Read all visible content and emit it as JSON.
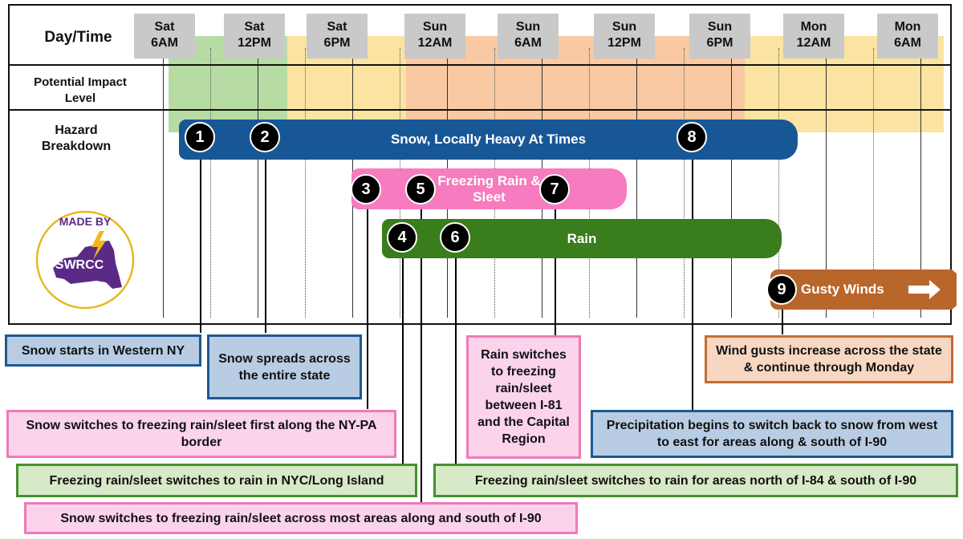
{
  "header": {
    "row_day_time": "Day/Time",
    "row_impact": "Potential Impact Level",
    "row_hazard": "Hazard Breakdown"
  },
  "times": [
    {
      "day": "Sat",
      "time": "6AM"
    },
    {
      "day": "Sat",
      "time": "12PM"
    },
    {
      "day": "Sat",
      "time": "6PM"
    },
    {
      "day": "Sun",
      "time": "12AM"
    },
    {
      "day": "Sun",
      "time": "6AM"
    },
    {
      "day": "Sun",
      "time": "12PM"
    },
    {
      "day": "Sun",
      "time": "6PM"
    },
    {
      "day": "Mon",
      "time": "12AM"
    },
    {
      "day": "Mon",
      "time": "6AM"
    }
  ],
  "impact_colors": {
    "green": "#b7dca3",
    "yellow": "#fbe3a1",
    "orange": "#f8c9a2"
  },
  "hazards": {
    "snow": {
      "label": "Snow, Locally Heavy At Times",
      "color": "#185796"
    },
    "freezing_rain": {
      "label": "Freezing Rain & Sleet",
      "color": "#f77bbf"
    },
    "rain": {
      "label": "Rain",
      "color": "#3a7d1c"
    },
    "wind": {
      "label": "Gusty Winds",
      "color": "#b9662b"
    }
  },
  "markers": [
    "1",
    "2",
    "3",
    "4",
    "5",
    "6",
    "7",
    "8",
    "9"
  ],
  "notes": {
    "n1": "Snow starts in Western NY",
    "n2": "Snow spreads across the entire state",
    "n3": "Snow switches to freezing rain/sleet first along the NY-PA border",
    "n4": "Freezing rain/sleet switches to rain in NYC/Long Island",
    "n5": "Snow switches to freezing rain/sleet across most areas along and south of I-90",
    "n6": "Freezing rain/sleet switches to rain for areas north of I-84 & south of I-90",
    "n7": "Rain switches to freezing rain/sleet between I-81 and the Capital Region",
    "n8": "Precipitation begins to switch back to snow from west to east for areas along & south of I-90",
    "n9": "Wind gusts increase across the state & continue through Monday"
  },
  "logo": {
    "top_text": "MADE BY",
    "name": "SWRCC",
    "accent_color": "#5b2a86",
    "bolt_color": "#f2b61c"
  }
}
